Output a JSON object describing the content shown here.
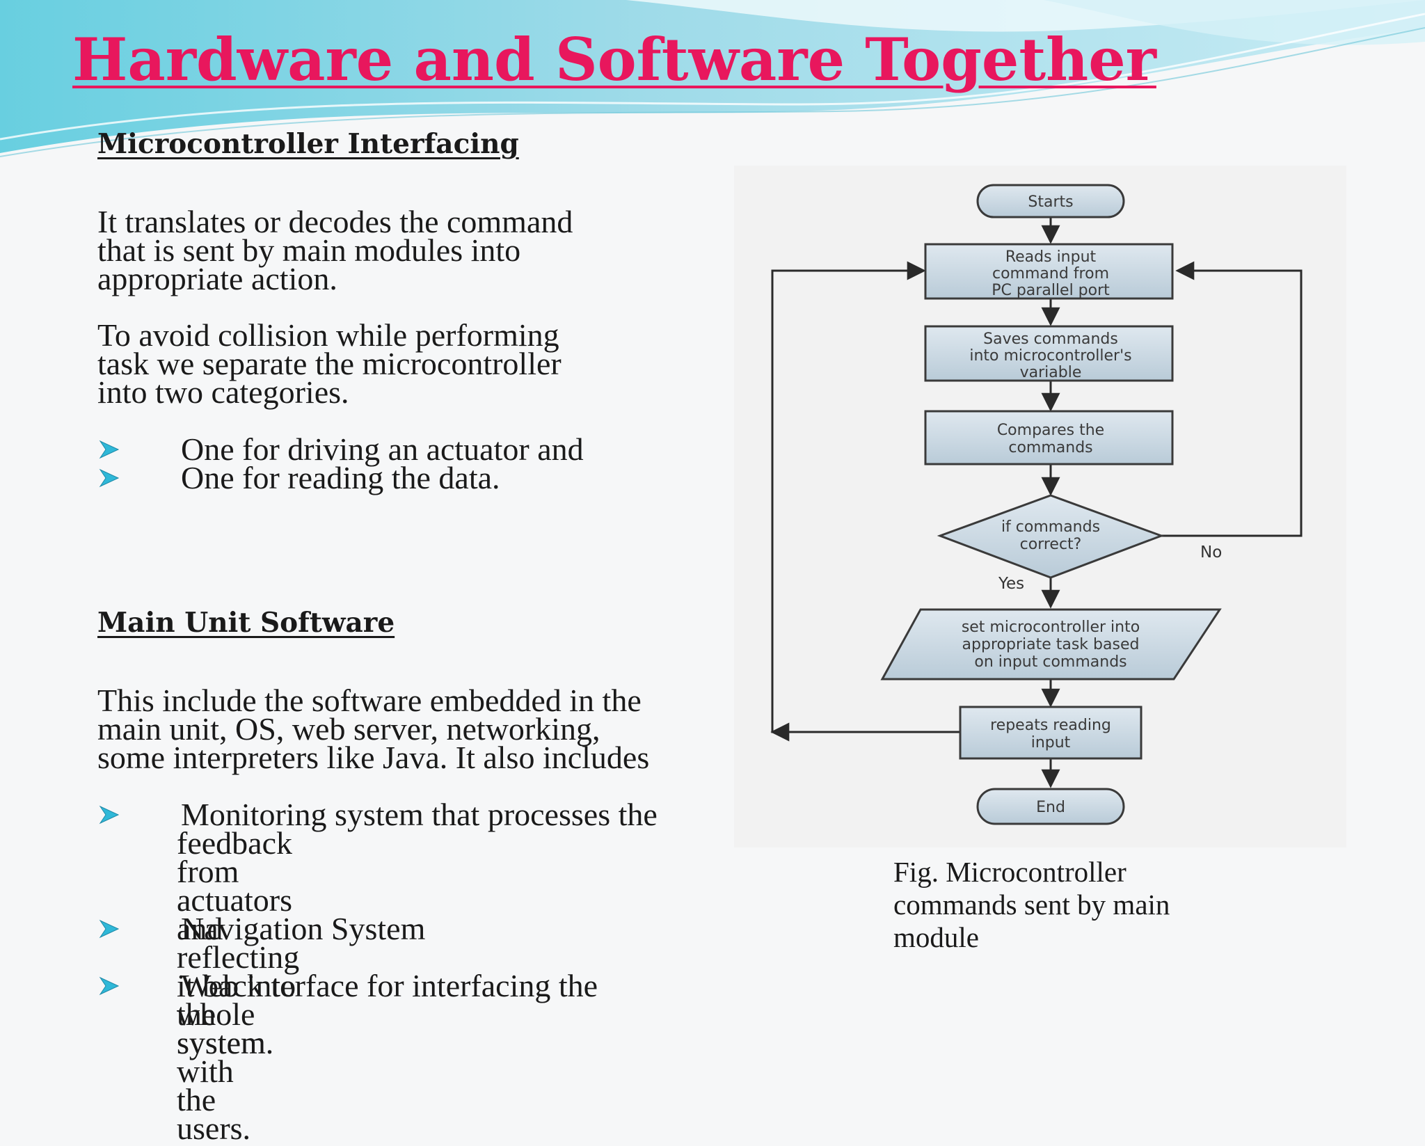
{
  "slide": {
    "title": "Hardware and Software Together"
  },
  "section1": {
    "heading": "Microcontroller Interfacing",
    "para1": "It translates or decodes the command\nthat is sent by main modules into\nappropriate action.",
    "para2": "To avoid collision while performing\ntask we separate the microcontroller\ninto two categories.",
    "bullets": [
      "One for driving an actuator and",
      "One for reading the data."
    ]
  },
  "section2": {
    "heading": "Main Unit Software",
    "para1": "This include the software embedded in the\nmain unit, OS, web server, networking,\nsome interpreters like Java. It also includes",
    "bullets": [
      {
        "first": "Monitoring system that processes the",
        "rest": "feedback from actuators and reflecting\nit back to the system."
      },
      {
        "first": "Navigation System",
        "rest": ""
      },
      {
        "first": "Web interface for interfacing the",
        "rest": "whole system with the users."
      }
    ]
  },
  "flowchart": {
    "start": "Starts",
    "read_input": [
      "Reads input",
      "command from",
      "PC parallel port"
    ],
    "save_commands": [
      "Saves commands",
      "into microcontroller's",
      "variable"
    ],
    "compare": [
      "Compares the",
      "commands"
    ],
    "decision": [
      "if commands",
      "correct?"
    ],
    "yes_label": "Yes",
    "no_label": "No",
    "set_task": [
      "set microcontroller into",
      "appropriate task based",
      "on input commands"
    ],
    "repeat": [
      "repeats reading",
      "input"
    ],
    "end": "End"
  },
  "caption": "Fig. Microcontroller commands sent by main module",
  "colors": {
    "title": "#e8175d",
    "bullet_arrow": "#2fb8d8",
    "node_fill": "#c7d6e2",
    "node_stroke": "#3a3a3a"
  }
}
